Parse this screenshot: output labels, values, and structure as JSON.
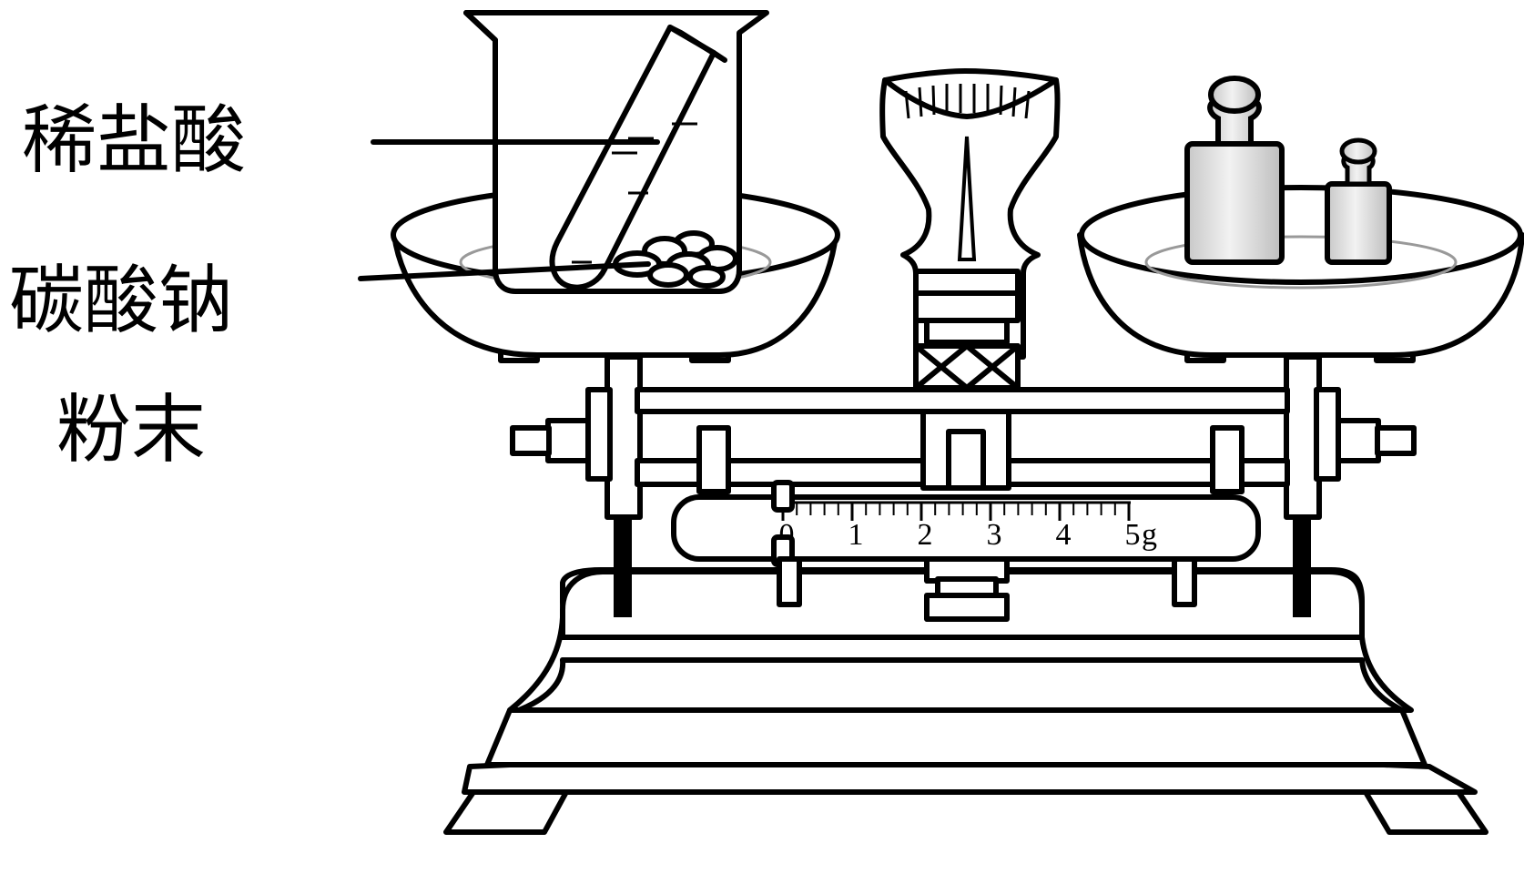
{
  "labels": {
    "hydrochloric_acid": "稀盐酸",
    "sodium_carbonate_line1": "碳酸钠",
    "sodium_carbonate_line2": "粉末"
  },
  "scale": {
    "tick_labels": [
      "0",
      "1",
      "2",
      "3",
      "4",
      "5"
    ],
    "unit": "g",
    "min": 0,
    "max": 5,
    "minor_per_unit": 5,
    "rider_position": 0
  },
  "colors": {
    "line": "#000000",
    "background": "#ffffff",
    "weight_gradient_light": "#f2f2f2",
    "weight_gradient_dark": "#c8c8c8",
    "pan_inner_ring": "#999999"
  }
}
